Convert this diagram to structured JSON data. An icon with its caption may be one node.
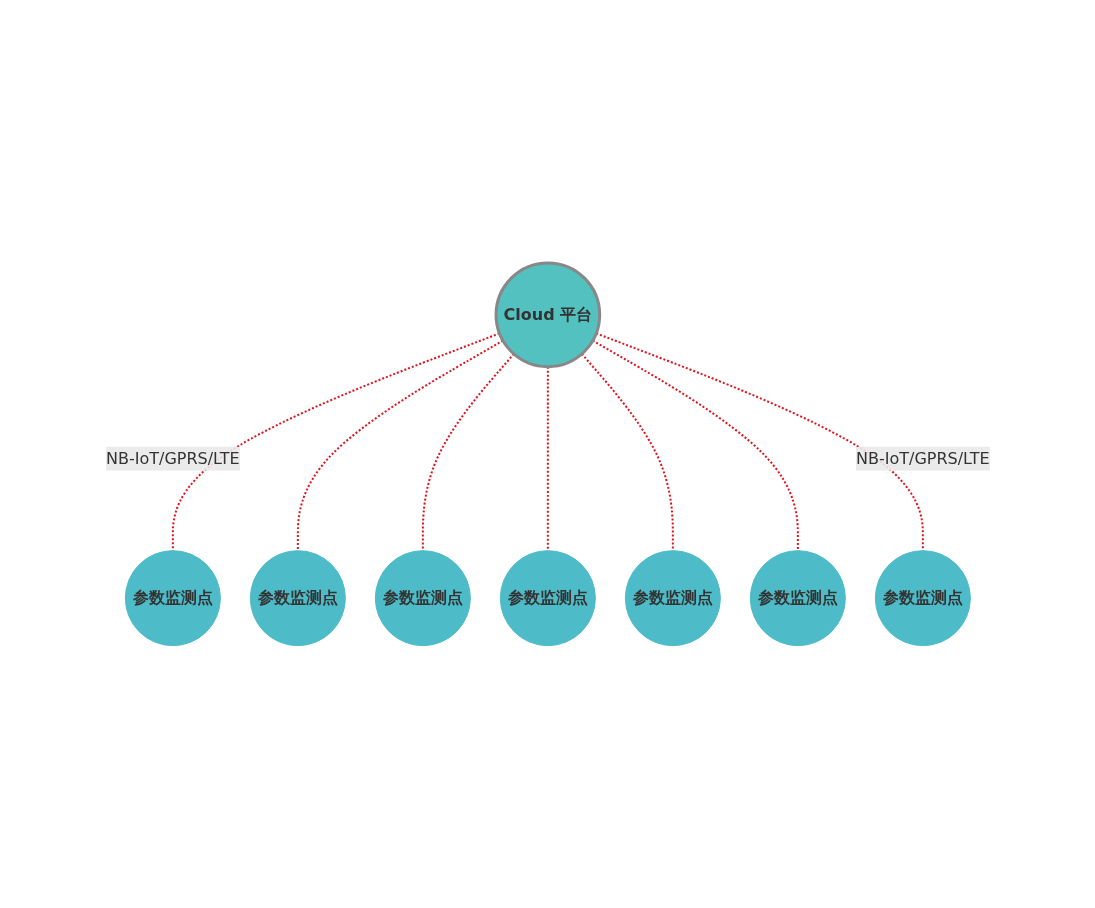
{
  "diagram": {
    "nodes": [
      {
        "text": [
          "Cloud 平台"
        ]
      },
      {
        "text": [
          "参数监测点"
        ]
      },
      {
        "text": [
          "参数监测点"
        ]
      },
      {
        "text": [
          "参数监测点"
        ]
      },
      {
        "text": [
          "参数监测点"
        ]
      },
      {
        "text": [
          "参数监测点"
        ]
      },
      {
        "text": [
          "参数监测点"
        ]
      },
      {
        "text": [
          "参数监测点"
        ]
      }
    ],
    "edges": [
      {
        "from": 0,
        "to": 1,
        "arrow": "none",
        "style": "dashed",
        "label": "NB-IoT/GPRS/LTE"
      },
      {
        "from": 0,
        "to": 2,
        "arrow": "none",
        "style": "dashed"
      },
      {
        "from": 0,
        "to": 3,
        "arrow": "none",
        "style": "dashed"
      },
      {
        "from": 0,
        "to": 4,
        "arrow": "none",
        "style": "dashed"
      },
      {
        "from": 0,
        "to": 5,
        "arrow": "none",
        "style": "dashed"
      },
      {
        "from": 0,
        "to": 6,
        "arrow": "none",
        "style": "dashed"
      },
      {
        "from": 0,
        "to": 7,
        "arrow": "none",
        "style": "dashed",
        "label": "NB-IoT/GPRS/LTE"
      }
    ]
  }
}
